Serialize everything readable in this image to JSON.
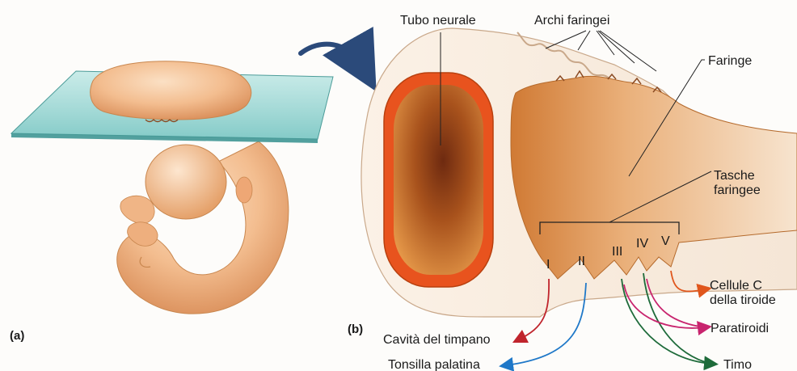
{
  "panels": {
    "a": {
      "label": "(a)"
    },
    "b": {
      "label": "(b)"
    }
  },
  "labels": {
    "neural_tube": "Tubo neurale",
    "pharyngeal_arches": "Archi faringei",
    "pharynx": "Faringe",
    "pharyngeal_pouches_1": "Tasche",
    "pharyngeal_pouches_2": "faringee"
  },
  "pouch_numerals": [
    "I",
    "II",
    "III",
    "IV",
    "V"
  ],
  "derivatives": {
    "tympanic_cavity": "Cavità del timpano",
    "palatine_tonsil": "Tonsilla palatina",
    "c_cells_1": "Cellule C",
    "c_cells_2": "della tiroide",
    "parathyroids": "Paratiroidi",
    "thymus": "Timo"
  },
  "colors": {
    "red_arrow": "#c0242c",
    "blue_arrow": "#1f78c8",
    "magenta_arrow": "#c8246e",
    "green_arrow": "#1e6b3a",
    "orange_arrow": "#e0561c",
    "neural_ring": "#e8531e",
    "plane_glass": "#8fd3d0"
  }
}
